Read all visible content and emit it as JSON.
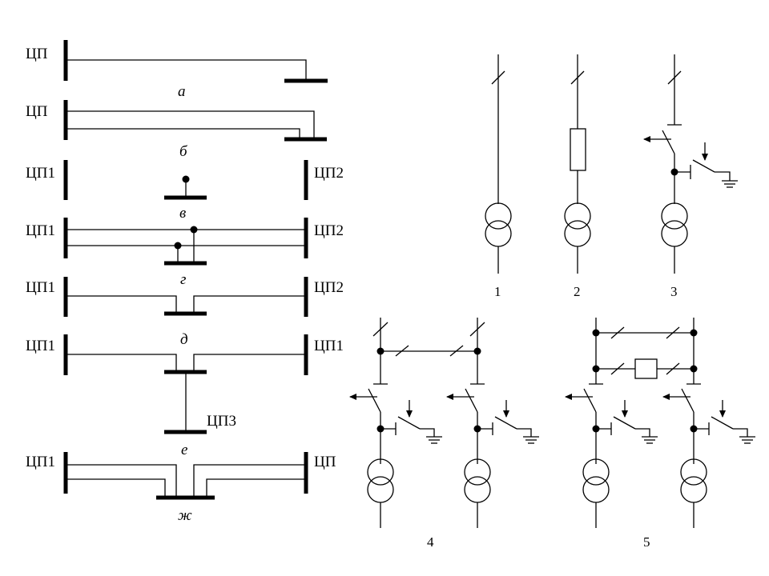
{
  "left_panel": {
    "schemes": [
      {
        "caption": "а",
        "left_label": "ЦП",
        "right_label": ""
      },
      {
        "caption": "б",
        "left_label": "ЦП",
        "right_label": ""
      },
      {
        "caption": "в",
        "left_label": "ЦП1",
        "right_label": "ЦП2"
      },
      {
        "caption": "г",
        "left_label": "ЦП1",
        "right_label": "ЦП2"
      },
      {
        "caption": "д",
        "left_label": "ЦП1",
        "right_label": "ЦП2"
      },
      {
        "caption": "е",
        "left_label": "ЦП1",
        "right_label": "ЦП1",
        "branch_label": "ЦП3"
      },
      {
        "caption": "ж",
        "left_label": "ЦП1",
        "right_label": "ЦП"
      }
    ]
  },
  "right_panel": {
    "schemes": [
      {
        "number": "1"
      },
      {
        "number": "2"
      },
      {
        "number": "3"
      },
      {
        "number": "4"
      },
      {
        "number": "5"
      }
    ]
  },
  "colors": {
    "line": "#000000",
    "background": "#ffffff"
  }
}
